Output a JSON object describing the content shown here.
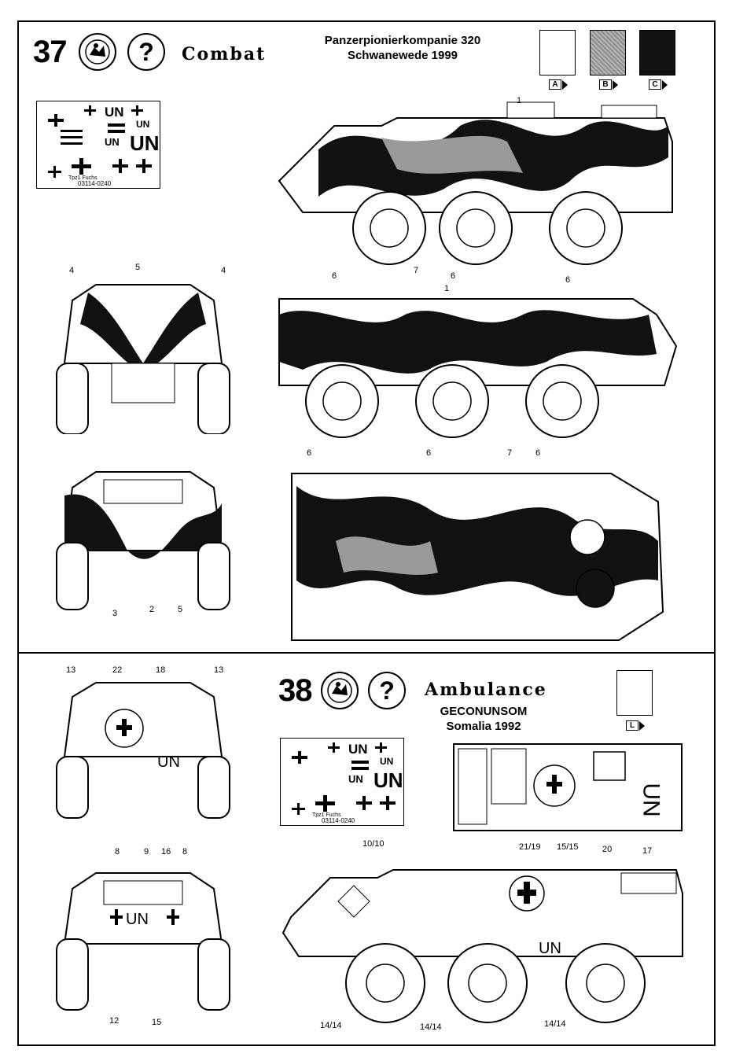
{
  "profile37": {
    "number": "37",
    "role": "Combat",
    "unit_line1": "Panzerpionierkompanie 320",
    "unit_line2": "Schwanewede 1999",
    "colors": [
      {
        "letter": "A",
        "hex": "#ffffff"
      },
      {
        "letter": "B",
        "hex": "#9a9a9a"
      },
      {
        "letter": "C",
        "hex": "#111111"
      }
    ],
    "callouts": [
      "1",
      "6",
      "7",
      "6",
      "6",
      "4",
      "5",
      "4",
      "1",
      "6",
      "6",
      "7",
      "6",
      "3",
      "2",
      "5"
    ]
  },
  "profile38": {
    "number": "38",
    "role": "Ambulance",
    "unit_line1": "GECONUNSOM",
    "unit_line2": "Somalia 1992",
    "colors": [
      {
        "letter": "L",
        "hex": "#ffffff"
      }
    ],
    "callouts": [
      "13",
      "22",
      "18",
      "13",
      "8",
      "9",
      "16",
      "8",
      "12",
      "15",
      "10/10",
      "21/19",
      "15/15",
      "20",
      "17",
      "14/14",
      "14/14",
      "14/14"
    ],
    "vehicle_marking": "UN"
  },
  "decal_sheet": {
    "un": "UN",
    "code": "03114-0240",
    "name": "Tpz1 Fuchs"
  },
  "icons": [
    "mechanic-badge-icon",
    "question-circle-icon"
  ]
}
